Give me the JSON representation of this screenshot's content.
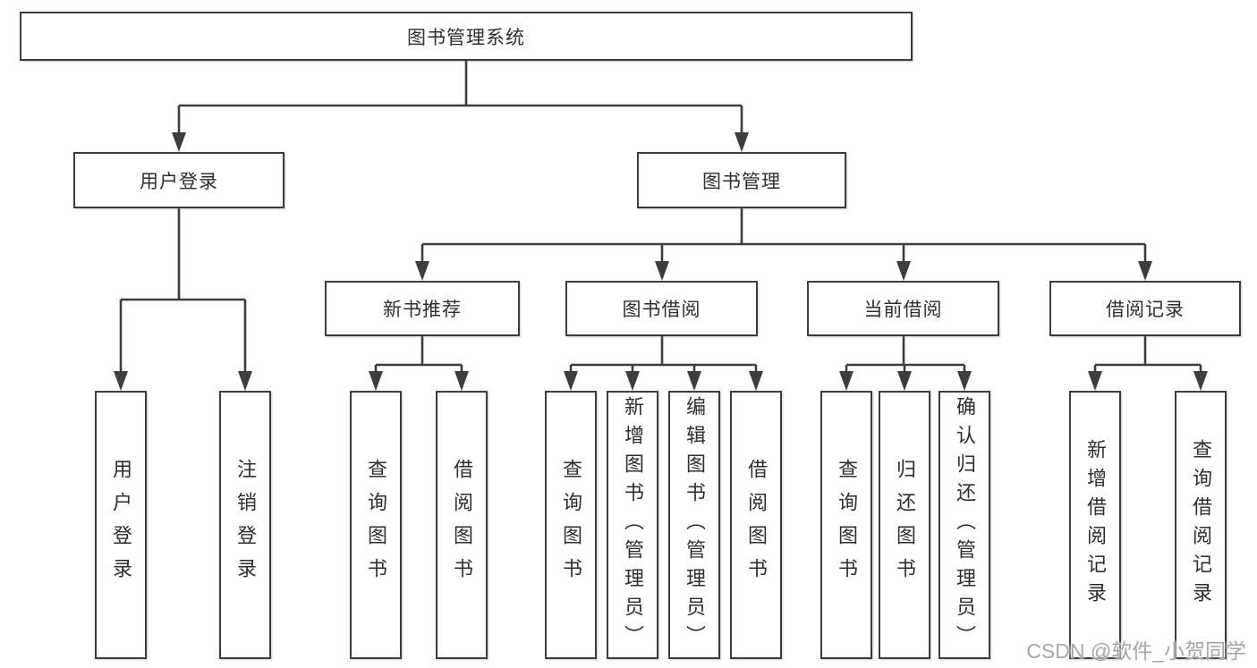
{
  "tree": {
    "root": {
      "label": "图书管理系统",
      "children": [
        {
          "label": "用户登录",
          "children": [
            {
              "label": "用户登录"
            },
            {
              "label": "注销登录"
            }
          ]
        },
        {
          "label": "图书管理",
          "children": [
            {
              "label": "新书推荐",
              "children": [
                {
                  "label": "查询图书"
                },
                {
                  "label": "借阅图书"
                }
              ]
            },
            {
              "label": "图书借阅",
              "children": [
                {
                  "label": "查询图书"
                },
                {
                  "label": "新增图书（管理员）"
                },
                {
                  "label": "编辑图书（管理员）"
                },
                {
                  "label": "借阅图书"
                }
              ]
            },
            {
              "label": "当前借阅",
              "children": [
                {
                  "label": "查询图书"
                },
                {
                  "label": "归还图书"
                },
                {
                  "label": "确认归还（管理员）"
                }
              ]
            },
            {
              "label": "借阅记录",
              "children": [
                {
                  "label": "新增借阅记录"
                },
                {
                  "label": "查询借阅记录"
                }
              ]
            }
          ]
        }
      ]
    }
  },
  "colors": {
    "line": "#3d3d3d",
    "box_border": "#3d3d3d",
    "text": "#2e2e2e",
    "watermark": "#a6a6a6",
    "background": "#ffffff"
  },
  "watermark": {
    "text": "CSDN @软件_小贺同学"
  }
}
